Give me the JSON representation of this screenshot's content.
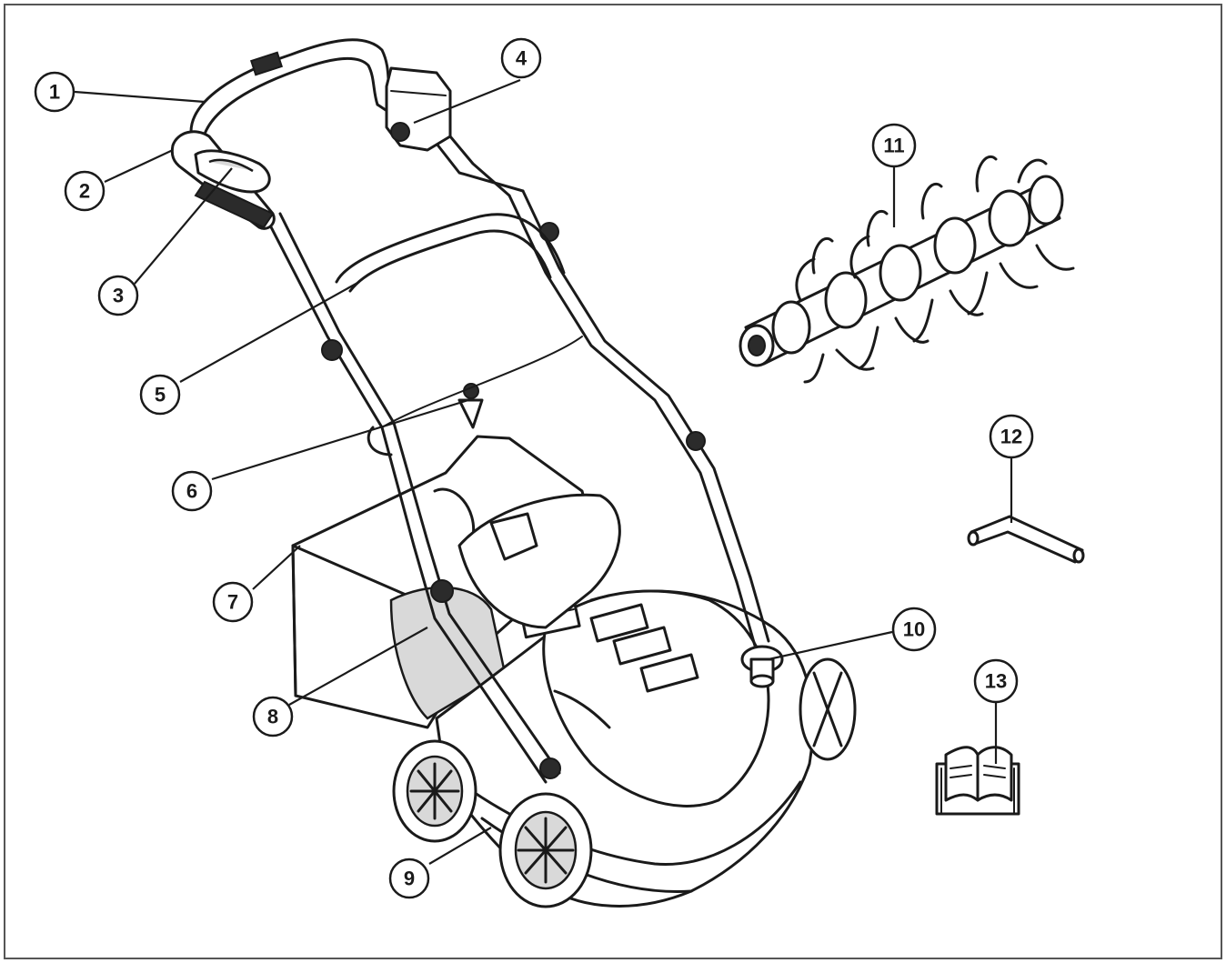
{
  "diagram": {
    "callouts": [
      {
        "id": 1,
        "label": "1"
      },
      {
        "id": 2,
        "label": "2"
      },
      {
        "id": 3,
        "label": "3"
      },
      {
        "id": 4,
        "label": "4"
      },
      {
        "id": 5,
        "label": "5"
      },
      {
        "id": 6,
        "label": "6"
      },
      {
        "id": 7,
        "label": "7"
      },
      {
        "id": 8,
        "label": "8"
      },
      {
        "id": 9,
        "label": "9"
      },
      {
        "id": 10,
        "label": "10"
      },
      {
        "id": 11,
        "label": "11"
      },
      {
        "id": 12,
        "label": "12"
      },
      {
        "id": 13,
        "label": "13"
      }
    ],
    "icons": [
      "mower-illustration",
      "aerator-roller-illustration",
      "hex-key-icon",
      "manual-book-icon"
    ]
  }
}
